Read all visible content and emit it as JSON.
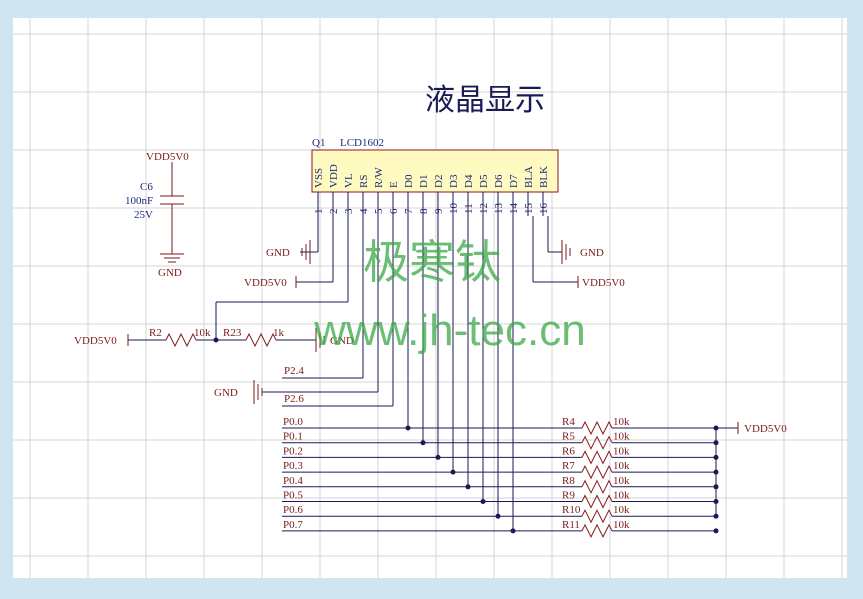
{
  "title": "液晶显示",
  "watermark": {
    "line1": "极寒钛",
    "line2": "www.jh-tec.cn"
  },
  "lcd": {
    "designator": "Q1",
    "model": "LCD1602",
    "pin_names": [
      "VSS",
      "VDD",
      "VL",
      "RS",
      "R/W",
      "E",
      "D0",
      "D1",
      "D2",
      "D3",
      "D4",
      "D5",
      "D6",
      "D7",
      "BLA",
      "BLK"
    ],
    "pin_numbers": [
      "1",
      "2",
      "3",
      "4",
      "5",
      "6",
      "7",
      "8",
      "9",
      "10",
      "11",
      "12",
      "13",
      "14",
      "15",
      "16"
    ]
  },
  "capacitor": {
    "ref": "C6",
    "value": "100nF",
    "voltage": "25V",
    "supply": "VDD5V0",
    "ground": "GND"
  },
  "power": {
    "gnd_pin1": "GND",
    "vdd_pin2": "VDD5V0",
    "gnd_pin16": "GND",
    "vdd_pin15": "VDD5V0",
    "divider_in": "VDD5V0",
    "divider_gnd": "GND",
    "rw_gnd": "GND",
    "pullup_supply": "VDD5V0"
  },
  "divider": {
    "r_a": "R2",
    "r_a_value": "10k",
    "r_b": "R23",
    "r_b_value": "1k"
  },
  "nets": {
    "rs": "P2.4",
    "e": "P2.6"
  },
  "ports": [
    "P0.0",
    "P0.1",
    "P0.2",
    "P0.3",
    "P0.4",
    "P0.5",
    "P0.6",
    "P0.7"
  ],
  "pullups": [
    {
      "ref": "R4",
      "value": "10k"
    },
    {
      "ref": "R5",
      "value": "10k"
    },
    {
      "ref": "R6",
      "value": "10k"
    },
    {
      "ref": "R7",
      "value": "10k"
    },
    {
      "ref": "R8",
      "value": "10k"
    },
    {
      "ref": "R9",
      "value": "10k"
    },
    {
      "ref": "R10",
      "value": "10k"
    },
    {
      "ref": "R11",
      "value": "10k"
    }
  ],
  "colors": {
    "wire": "#1a1a55",
    "label": "#7a1a1a",
    "component": "#fffac0",
    "watermark": "#3aa845"
  }
}
